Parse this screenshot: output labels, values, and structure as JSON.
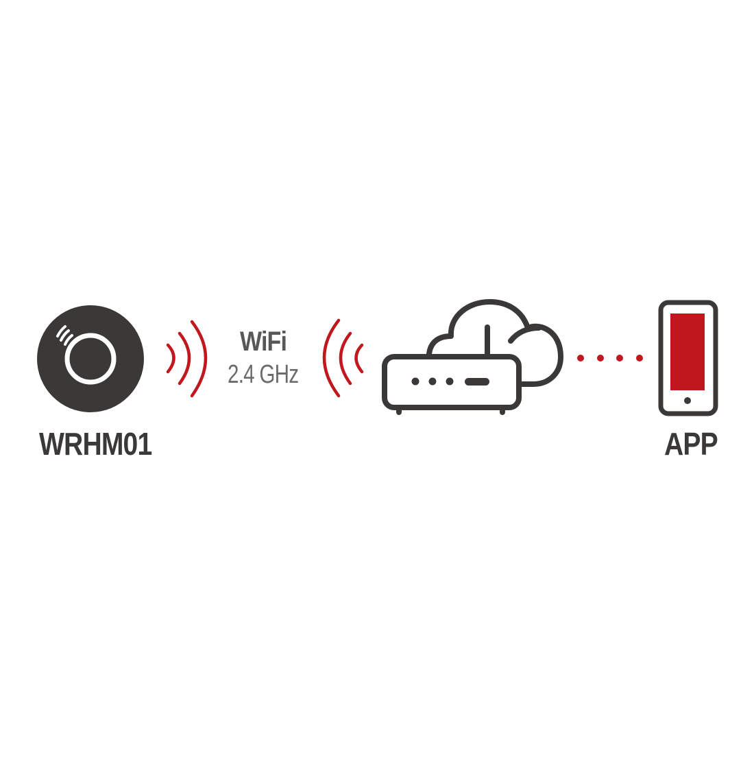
{
  "device": {
    "label": "WRHM01",
    "icon": "smoke-detector-icon"
  },
  "connection": {
    "name": "WiFi",
    "frequency": "2.4 GHz",
    "icon": "wifi-waves-icon"
  },
  "router": {
    "icon": "cloud-router-icon"
  },
  "app": {
    "label": "APP",
    "icon": "smartphone-icon"
  },
  "colors": {
    "dark": "#3b3838",
    "accent": "#c0181e",
    "muted": "#6d6a6a"
  }
}
